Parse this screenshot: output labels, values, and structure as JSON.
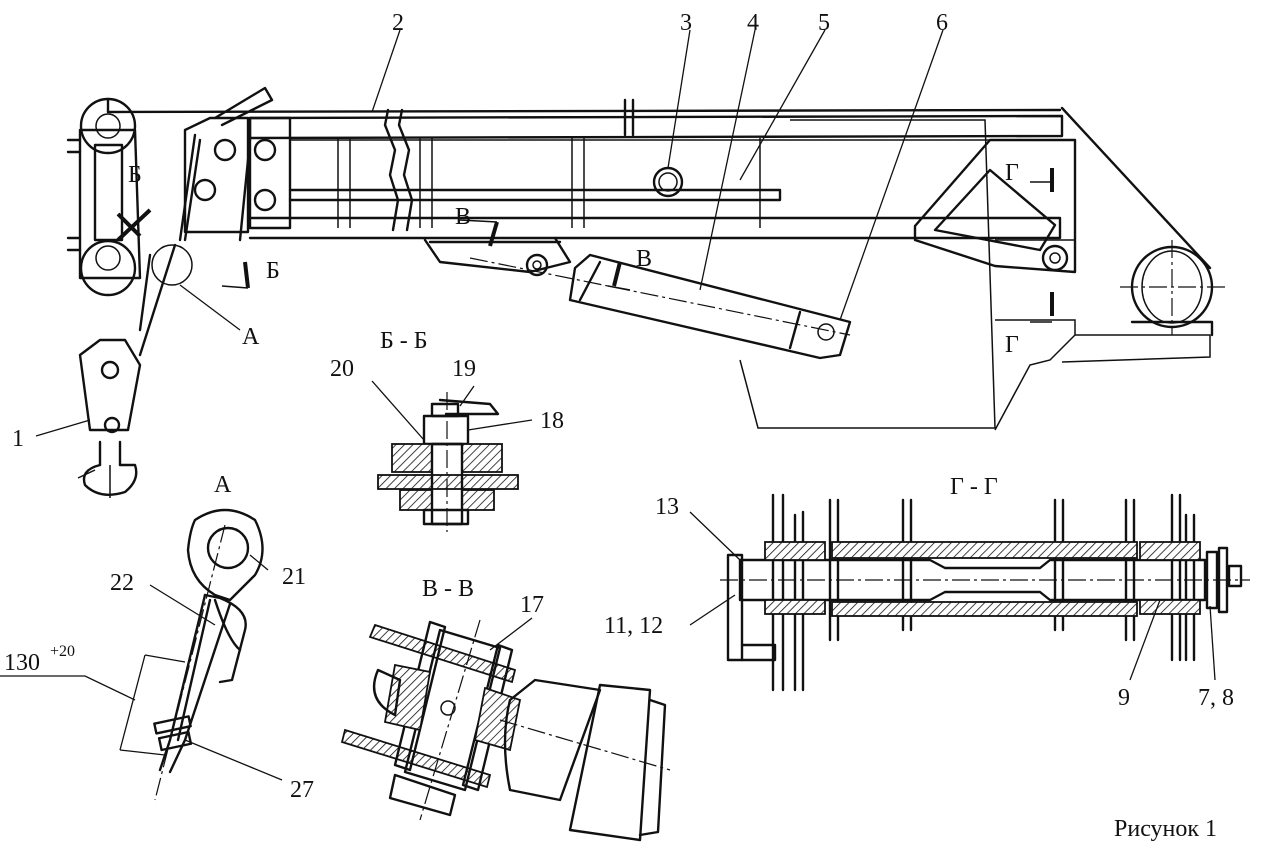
{
  "callouts": {
    "n1": "1",
    "n2": "2",
    "n3": "3",
    "n4": "4",
    "n5": "5",
    "n6": "6",
    "n7_8": "7, 8",
    "n9": "9",
    "n11_12": "11,  12",
    "n13": "13",
    "n17": "17",
    "n18": "18",
    "n19": "19",
    "n20": "20",
    "n21": "21",
    "n22": "22",
    "n27": "27"
  },
  "section_marks": {
    "b": "Б",
    "v": "В",
    "g": "Г",
    "a": "А"
  },
  "section_titles": {
    "bb": "Б - Б",
    "vv": "В - В",
    "gg": "Г - Г",
    "a": "А"
  },
  "dimension": {
    "base": "130",
    "tolerance": "+20"
  },
  "caption": "Рисунок 1"
}
